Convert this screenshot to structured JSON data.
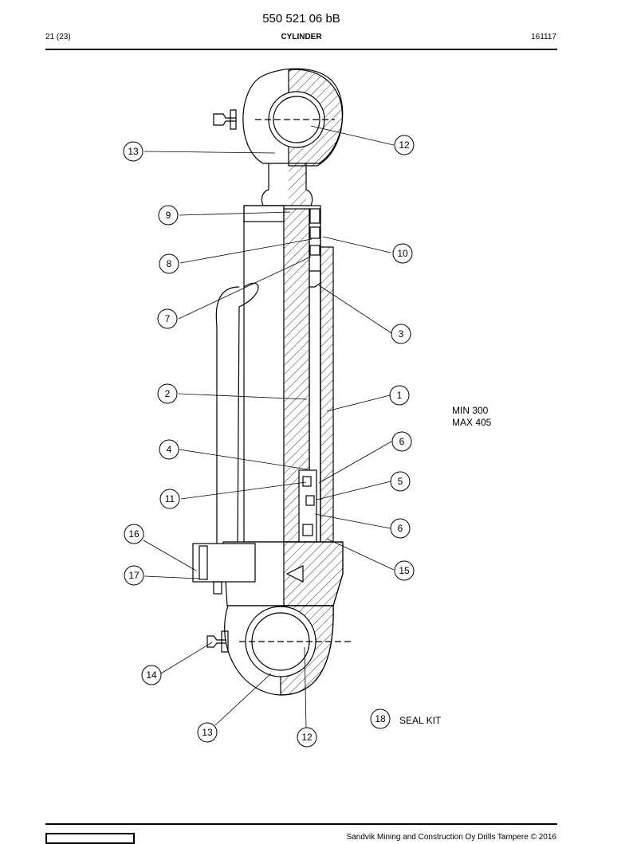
{
  "header": {
    "doc_number": "550 521 06 bB",
    "page": "21 (23)",
    "title": "CYLINDER",
    "date": "161117"
  },
  "diagram": {
    "stroke_min": "MIN 300",
    "stroke_max": "MAX 405",
    "seal_kit_label": "SEAL KIT",
    "callouts": [
      "13",
      "12",
      "9",
      "10",
      "8",
      "7",
      "3",
      "2",
      "1",
      "4",
      "6",
      "5",
      "11",
      "6",
      "16",
      "15",
      "17",
      "14",
      "13",
      "12",
      "18"
    ]
  },
  "footer": {
    "copyright": "Sandvik Mining and Construction Oy Drills Tampere © 2016"
  }
}
